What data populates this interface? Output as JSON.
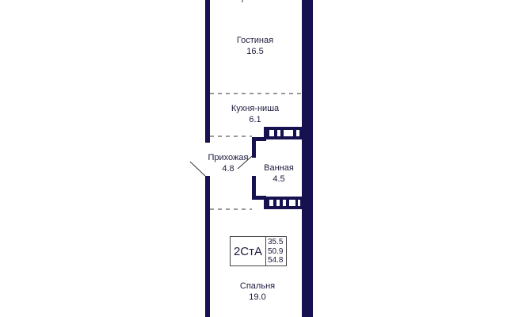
{
  "colors": {
    "wall": "#15124f",
    "text": "#1b1a3d"
  },
  "rooms": [
    {
      "name": "Гостиная",
      "area": "16.5"
    },
    {
      "name": "Кухня-ниша",
      "area": "6.1"
    },
    {
      "name": "Прихожая",
      "area": "4.8"
    },
    {
      "name": "Ванная",
      "area": "4.5"
    },
    {
      "name": "Спальня",
      "area": "19.0"
    }
  ],
  "badge": {
    "code": "2СтА",
    "areas": [
      "35.5",
      "50.9",
      "54.8"
    ]
  }
}
